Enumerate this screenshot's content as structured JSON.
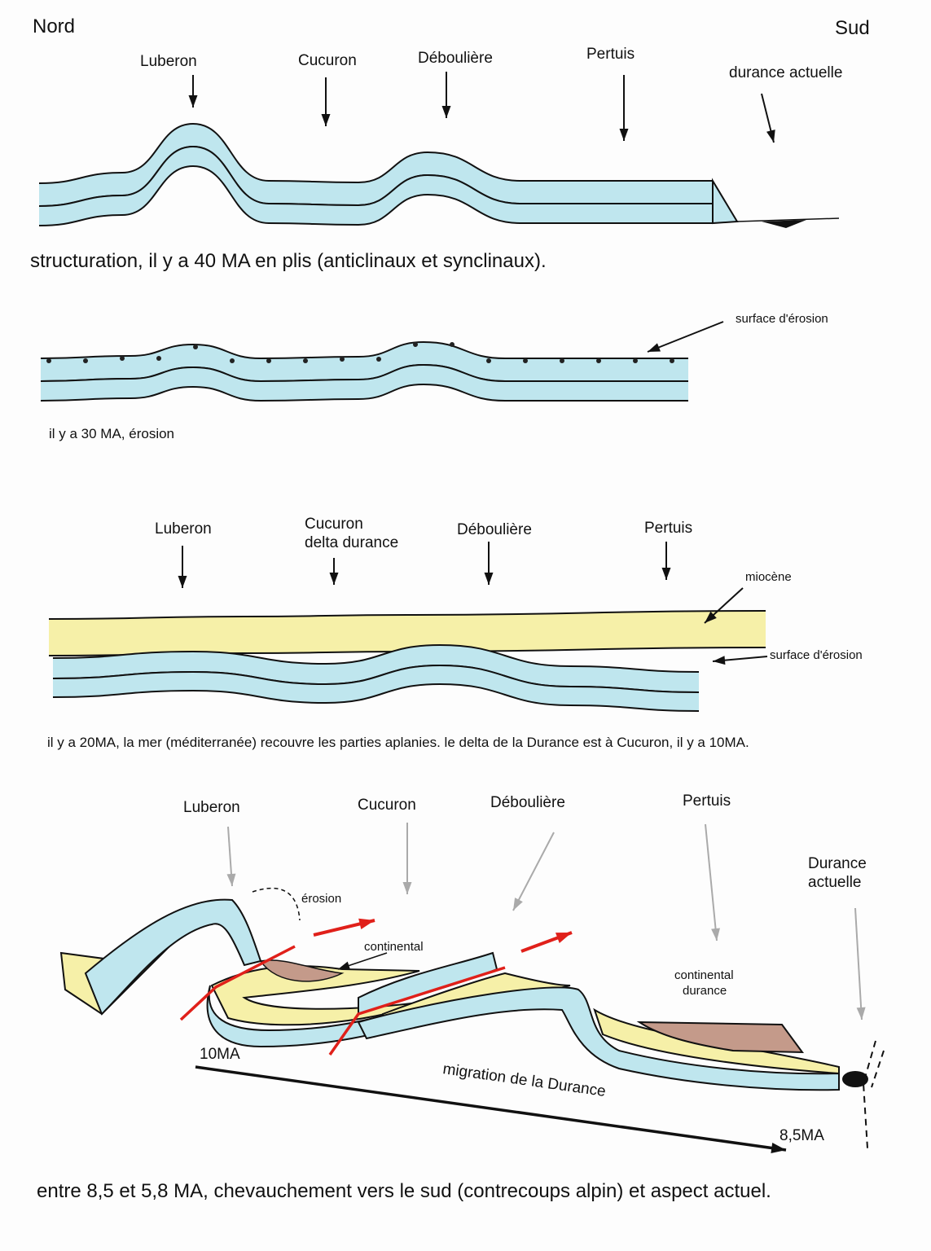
{
  "orientation": {
    "north": "Nord",
    "south": "Sud"
  },
  "panel1": {
    "labels": [
      "Luberon",
      "Cucuron",
      "Déboulière",
      "Pertuis",
      "durance actuelle"
    ],
    "caption": "structuration, il y a 40 MA en plis (anticlinaux et synclinaux)."
  },
  "panel2": {
    "annotation": "surface d'érosion",
    "caption": "il y a 30 MA, érosion"
  },
  "panel3": {
    "labels": [
      "Luberon",
      "Cucuron",
      "delta durance",
      "Déboulière",
      "Pertuis"
    ],
    "annotation_miocene": "miocène",
    "annotation_erosion": "surface d'érosion",
    "caption": "il y a 20MA, la mer (méditerranée) recouvre les parties aplanies. le delta de la Durance est à Cucuron, il y a 10MA."
  },
  "panel4": {
    "labels": [
      "Luberon",
      "Cucuron",
      "Déboulière",
      "Pertuis",
      "Durance",
      "actuelle"
    ],
    "annotation_erosion": "érosion",
    "annotation_continental": "continental",
    "annotation_continental_durance": [
      "continental",
      "durance"
    ],
    "time_start": "10MA",
    "time_end": "8,5MA",
    "migration": "migration de la Durance",
    "caption": "entre 8,5 et 5,8 MA, chevauchement vers le sud (contrecoups alpin) et aspect actuel."
  },
  "colors": {
    "limestone": "#bfe6ee",
    "miocene": "#f6f0a8",
    "continental": "#c49a8a",
    "fault": "#e0201a",
    "arrow_grey": "#aaaaaa"
  }
}
